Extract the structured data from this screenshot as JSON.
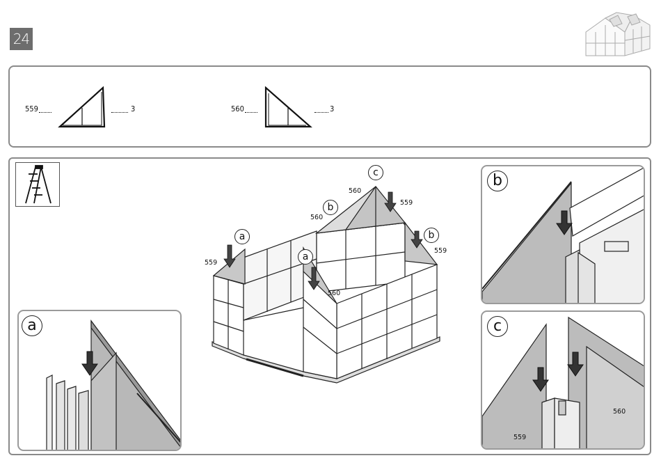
{
  "step": {
    "number": "24"
  },
  "parts": [
    {
      "code": "559",
      "qty": "3"
    },
    {
      "code": "560",
      "qty": "3"
    }
  ],
  "callouts": {
    "a": "a",
    "b": "b",
    "c": "c"
  },
  "overview_labels": {
    "left_559": "559",
    "mid_560": "560",
    "top_560": "560",
    "top_559": "559",
    "b_560": "560",
    "right_559": "559"
  },
  "detail_labels": {
    "c_559": "559",
    "c_560": "560"
  },
  "icons": [
    "greenhouse-thumbnail-icon",
    "ladder-icon",
    "down-arrow-icon"
  ]
}
